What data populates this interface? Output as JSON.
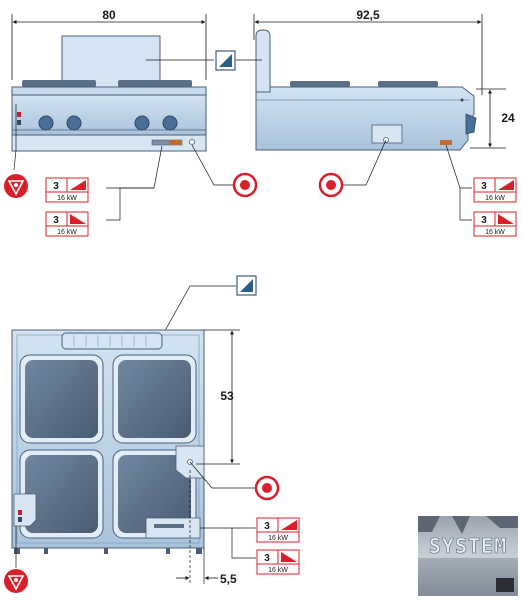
{
  "dimensions": {
    "front_width": "80",
    "side_depth": "92,5",
    "side_height": "24",
    "plan_depth": "53",
    "plan_offset": "5,5"
  },
  "power_labels": {
    "phase": "3",
    "kw_top": "16 kW",
    "kw_bottom": "16 kW"
  },
  "watermark": {
    "text": "SYSTEM"
  },
  "colors": {
    "steel": "#bcd2e6",
    "steel_dark": "#7fa2c4",
    "outline": "#4a5e78",
    "plate": "#5b6f85",
    "warning_red": "#d9202a"
  },
  "icons": [
    "water-connection-icon",
    "gas-inlet-icon",
    "electrical-connection-icon",
    "phase-power-icon"
  ]
}
